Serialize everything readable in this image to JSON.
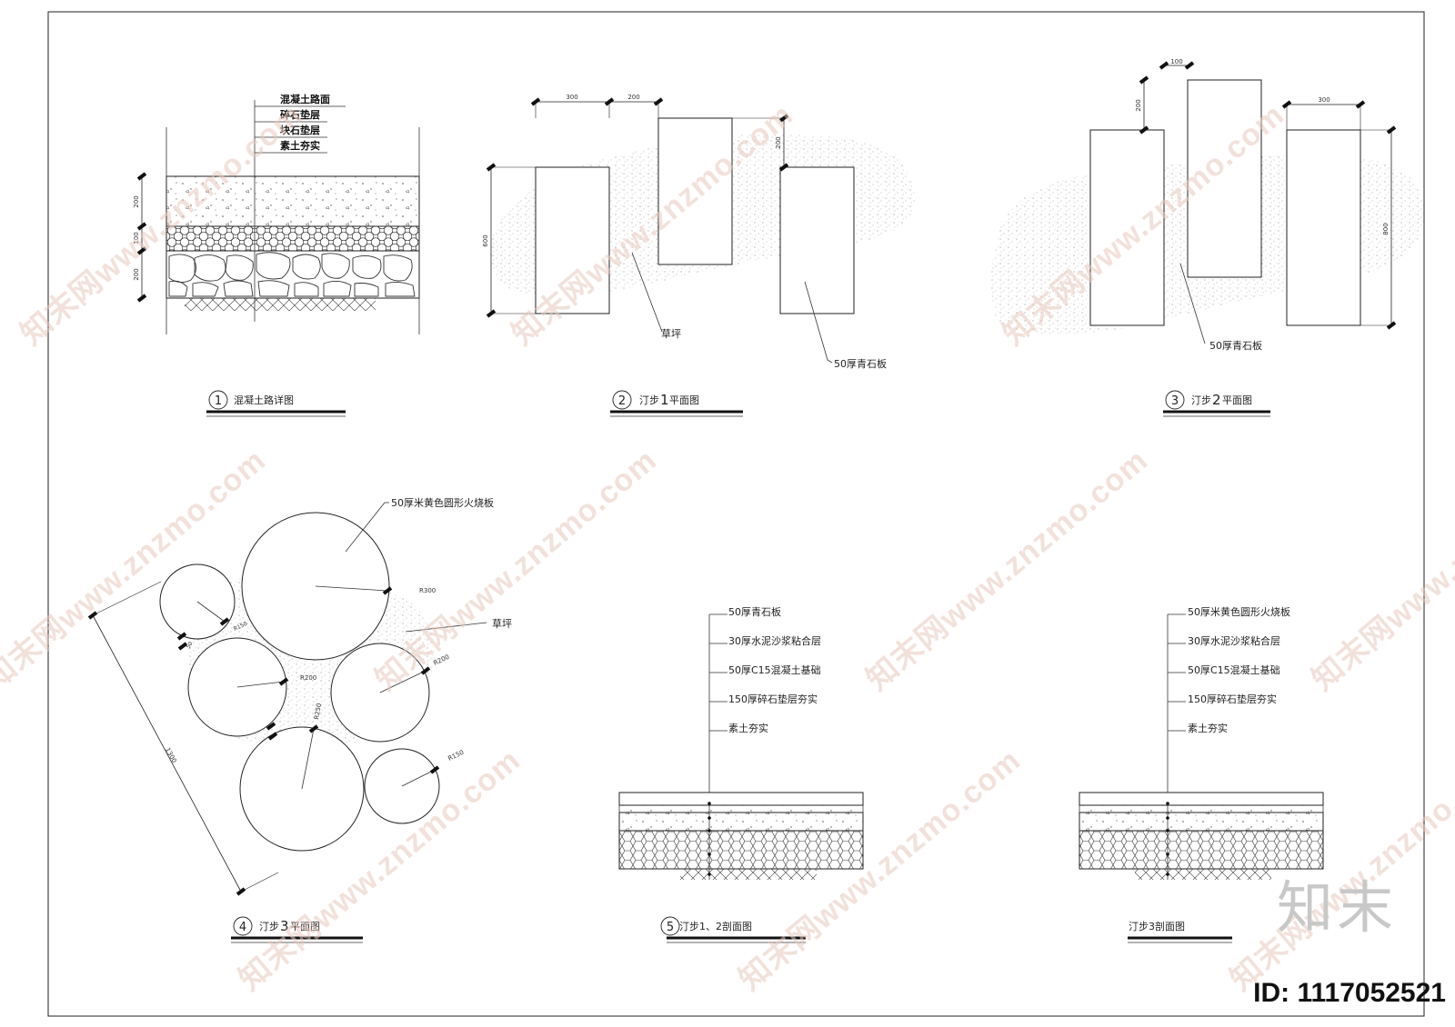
{
  "panel1": {
    "layers": [
      "混凝土路面",
      "碎石垫层",
      "块石垫层",
      "素土夯实"
    ],
    "dims": [
      "200",
      "100",
      "200"
    ],
    "title_no": "1",
    "title": "混凝土路详图"
  },
  "panel2": {
    "dim_top_1": "300",
    "dim_top_2": "200",
    "dim_right": "200",
    "dim_left": "600",
    "label_grass": "草坪",
    "label_stone": "50厚青石板",
    "title_no": "2",
    "title_text": "汀步",
    "title_num": "1",
    "title_tail": "平面图"
  },
  "panel3": {
    "dim_top_small": "100",
    "dim_left_v": "200",
    "dim_top": "300",
    "dim_right": "800",
    "label_stone": "50厚青石板",
    "title_no": "3",
    "title_text": "汀步",
    "title_num": "2",
    "title_tail": "平面图"
  },
  "panel4": {
    "label_plate": "50厚米黄色圆形火烧板",
    "label_grass": "草坪",
    "radii": [
      "R300",
      "R150",
      "R200",
      "R200",
      "R250",
      "R150"
    ],
    "dim_diag": "1300",
    "dim_small": "50",
    "title_no": "4",
    "title_text": "汀步",
    "title_num": "3",
    "title_tail": "平面图"
  },
  "panel5": {
    "layers": [
      "50厚青石板",
      "30厚水泥沙浆粘合层",
      "50厚C15混凝土基础",
      "150厚碎石垫层夯实",
      "素土夯实"
    ],
    "title_no": "5",
    "title": "汀步1、2剖面图"
  },
  "panel6": {
    "layers": [
      "50厚米黄色圆形火烧板",
      "30厚水泥沙浆粘合层",
      "50厚C15混凝土基础",
      "150厚碎石垫层夯实",
      "素土夯实"
    ],
    "title": "汀步3剖面图"
  },
  "watermark": {
    "text": "知末网www.znzmo.com",
    "brand": "知末",
    "id": "ID: 1117052521"
  },
  "colors": {
    "line": "#222222",
    "watermark": "#e8c8be"
  }
}
